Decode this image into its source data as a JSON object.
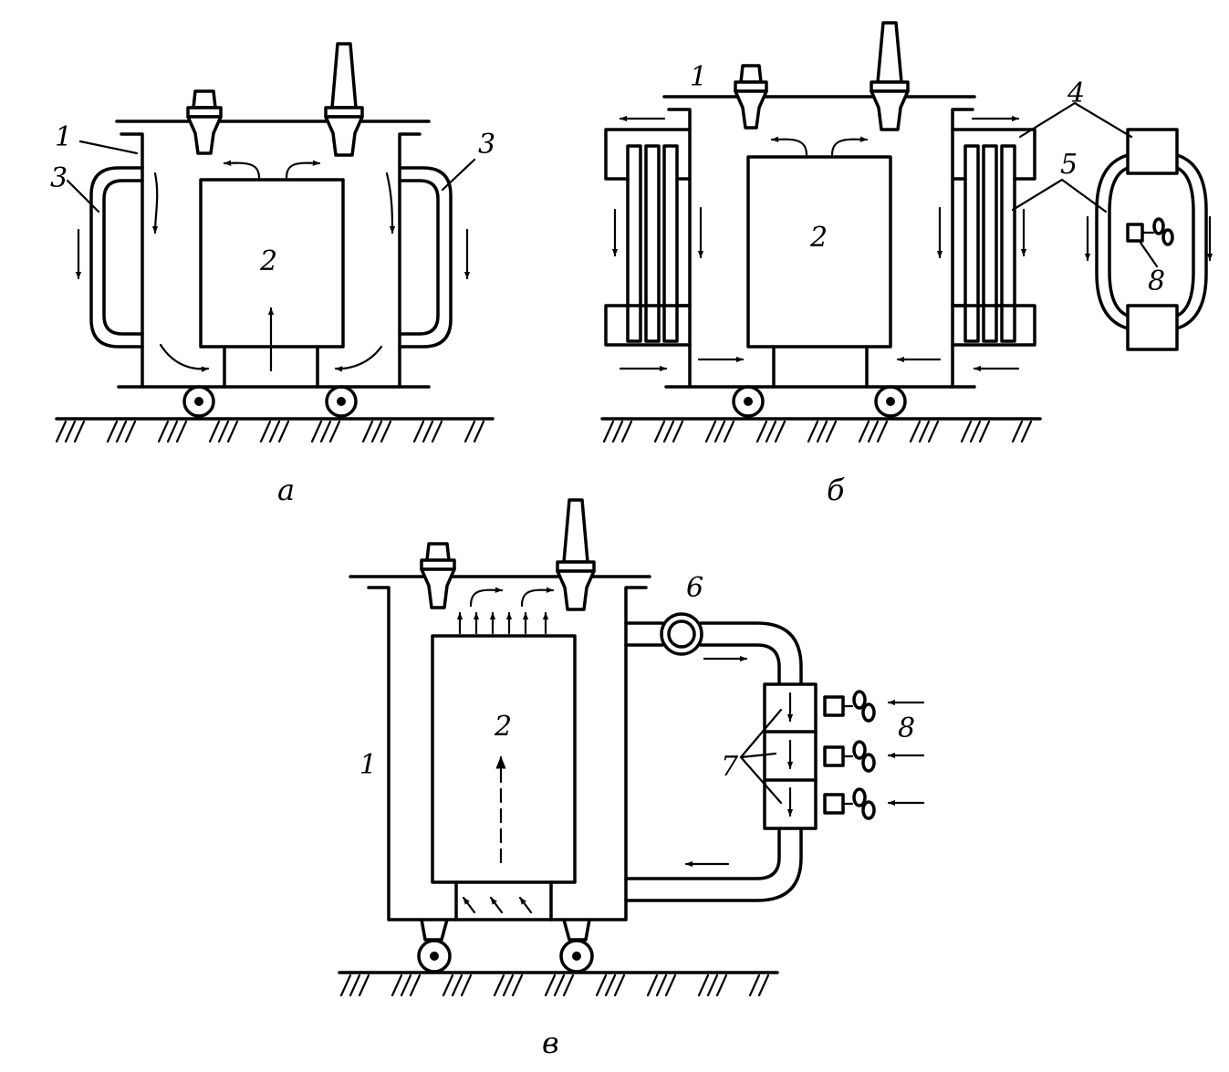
{
  "figure": {
    "subfigures": [
      {
        "id": "a",
        "caption": "а",
        "labels": {
          "tank": "1",
          "core": "2",
          "radiator_left": "3",
          "radiator_right": "3"
        }
      },
      {
        "id": "b",
        "caption": "б",
        "labels": {
          "tank": "1",
          "core": "2",
          "header": "4",
          "tubes": "5",
          "fan": "8"
        }
      },
      {
        "id": "v",
        "caption": "в",
        "labels": {
          "tank": "1",
          "core": "2",
          "pump": "6",
          "coolers": "7",
          "fans": "8"
        }
      }
    ]
  }
}
